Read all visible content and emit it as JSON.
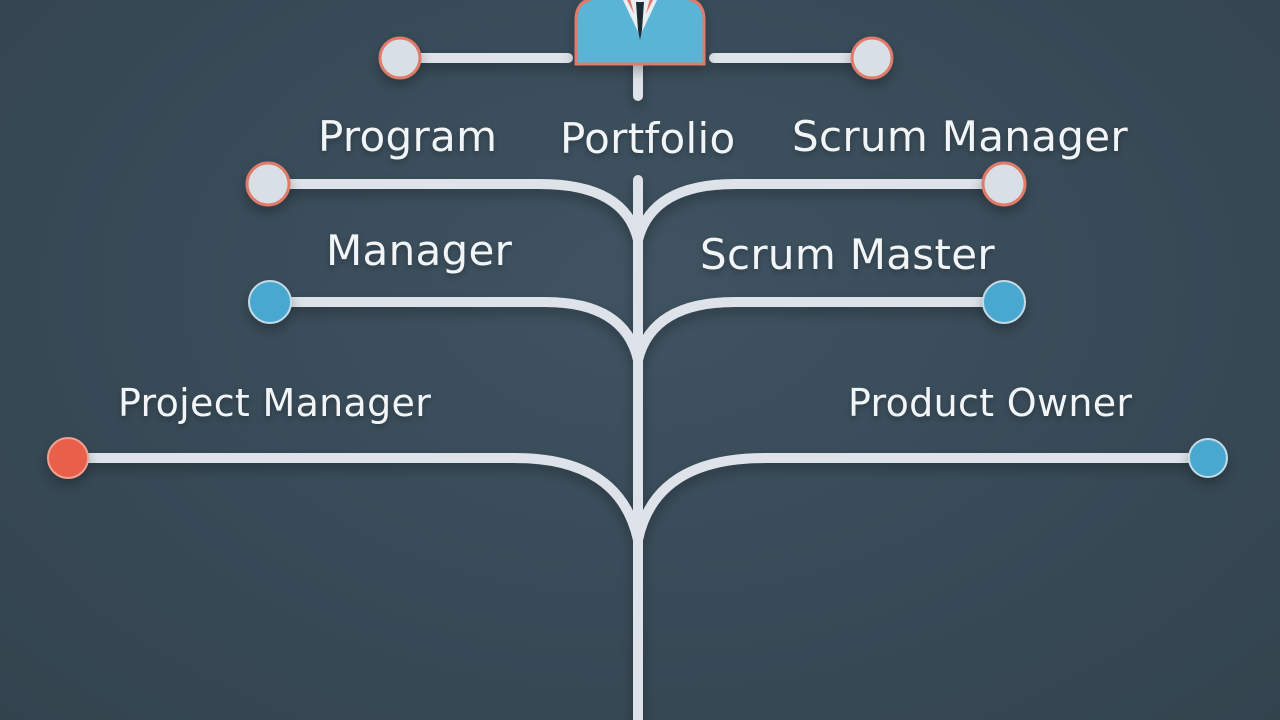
{
  "diagram": {
    "labels": {
      "program": "Program",
      "portfolio": "Portfolio",
      "scrum_manager": "Scrum Manager",
      "manager": "Manager",
      "scrum_master": "Scrum Master",
      "project_manager": "Project Manager",
      "product_owner": "Product Owner"
    },
    "colors": {
      "line": "#dde3e8",
      "node_gray": "#d9e0e5",
      "node_blue": "#4aa8cf",
      "node_orange": "#e8614a",
      "node_ring": "#e07a6a",
      "figure": "#5ab4d6"
    },
    "icons": {
      "top": "person-with-tie-icon"
    }
  }
}
